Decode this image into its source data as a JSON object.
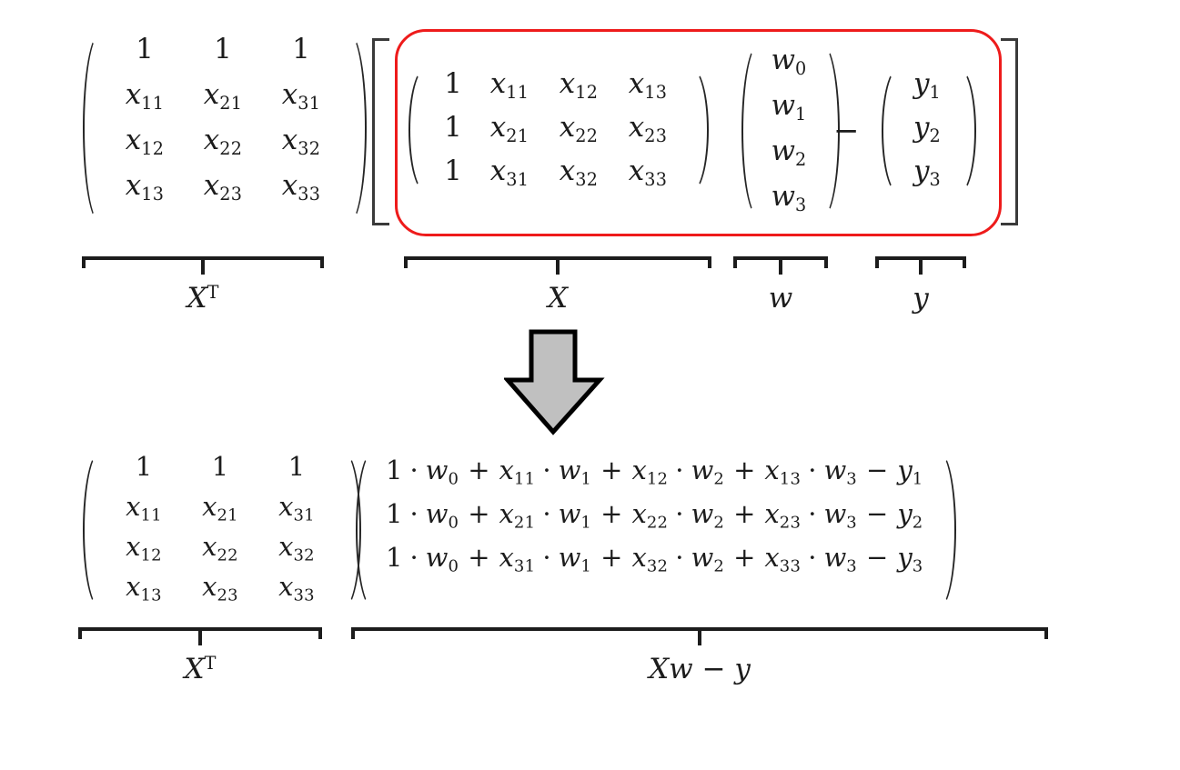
{
  "figure": {
    "title": "Matrix expansion of X transpose times (Xw minus y)",
    "accent_color": "#ee1b1b",
    "arrow_fill": "#c0c0c0",
    "arrow_stroke": "#000000"
  },
  "top": {
    "xt_matrix": {
      "label": "X",
      "label_sup": "T",
      "rows": [
        [
          "1",
          "1",
          "1"
        ],
        [
          "x",
          "x",
          "x"
        ],
        [
          "x",
          "x",
          "x"
        ],
        [
          "x",
          "x",
          "x"
        ]
      ],
      "cells": [
        [
          {
            "base": "1",
            "sub": ""
          },
          {
            "base": "1",
            "sub": ""
          },
          {
            "base": "1",
            "sub": ""
          }
        ],
        [
          {
            "base": "x",
            "sub": "11"
          },
          {
            "base": "x",
            "sub": "21"
          },
          {
            "base": "x",
            "sub": "31"
          }
        ],
        [
          {
            "base": "x",
            "sub": "12"
          },
          {
            "base": "x",
            "sub": "22"
          },
          {
            "base": "x",
            "sub": "32"
          }
        ],
        [
          {
            "base": "x",
            "sub": "13"
          },
          {
            "base": "x",
            "sub": "23"
          },
          {
            "base": "x",
            "sub": "33"
          }
        ]
      ]
    },
    "x_matrix": {
      "label": "X",
      "cells": [
        [
          {
            "base": "1",
            "sub": ""
          },
          {
            "base": "x",
            "sub": "11"
          },
          {
            "base": "x",
            "sub": "12"
          },
          {
            "base": "x",
            "sub": "13"
          }
        ],
        [
          {
            "base": "1",
            "sub": ""
          },
          {
            "base": "x",
            "sub": "21"
          },
          {
            "base": "x",
            "sub": "22"
          },
          {
            "base": "x",
            "sub": "23"
          }
        ],
        [
          {
            "base": "1",
            "sub": ""
          },
          {
            "base": "x",
            "sub": "31"
          },
          {
            "base": "x",
            "sub": "32"
          },
          {
            "base": "x",
            "sub": "33"
          }
        ]
      ]
    },
    "w_vector": {
      "label": "w",
      "cells": [
        {
          "base": "w",
          "sub": "0"
        },
        {
          "base": "w",
          "sub": "1"
        },
        {
          "base": "w",
          "sub": "2"
        },
        {
          "base": "w",
          "sub": "3"
        }
      ]
    },
    "y_vector": {
      "label": "y",
      "cells": [
        {
          "base": "y",
          "sub": "1"
        },
        {
          "base": "y",
          "sub": "2"
        },
        {
          "base": "y",
          "sub": "3"
        }
      ]
    },
    "minus_sign": "−",
    "outer_bracket_left": "[",
    "outer_bracket_right": "]"
  },
  "bottom": {
    "xt_matrix": {
      "label": "X",
      "label_sup": "T",
      "cells": [
        [
          {
            "base": "1",
            "sub": ""
          },
          {
            "base": "1",
            "sub": ""
          },
          {
            "base": "1",
            "sub": ""
          }
        ],
        [
          {
            "base": "x",
            "sub": "11"
          },
          {
            "base": "x",
            "sub": "21"
          },
          {
            "base": "x",
            "sub": "31"
          }
        ],
        [
          {
            "base": "x",
            "sub": "12"
          },
          {
            "base": "x",
            "sub": "22"
          },
          {
            "base": "x",
            "sub": "32"
          }
        ],
        [
          {
            "base": "x",
            "sub": "13"
          },
          {
            "base": "x",
            "sub": "23"
          },
          {
            "base": "x",
            "sub": "33"
          }
        ]
      ]
    },
    "result_matrix": {
      "label_parts": [
        "X",
        "w",
        " − ",
        "y"
      ],
      "label_plain": "Xw − y",
      "rows": [
        {
          "terms": [
            {
              "coef_base": "1",
              "coef_sub": "",
              "op": "·",
              "var_base": "w",
              "var_sub": "0"
            },
            {
              "coef_base": "x",
              "coef_sub": "11",
              "op": "·",
              "var_base": "w",
              "var_sub": "1"
            },
            {
              "coef_base": "x",
              "coef_sub": "12",
              "op": "·",
              "var_base": "w",
              "var_sub": "2"
            },
            {
              "coef_base": "x",
              "coef_sub": "13",
              "op": "·",
              "var_base": "w",
              "var_sub": "3"
            }
          ],
          "joiner": "+",
          "minus": "−",
          "target_base": "y",
          "target_sub": "1"
        },
        {
          "terms": [
            {
              "coef_base": "1",
              "coef_sub": "",
              "op": "·",
              "var_base": "w",
              "var_sub": "0"
            },
            {
              "coef_base": "x",
              "coef_sub": "21",
              "op": "·",
              "var_base": "w",
              "var_sub": "1"
            },
            {
              "coef_base": "x",
              "coef_sub": "22",
              "op": "·",
              "var_base": "w",
              "var_sub": "2"
            },
            {
              "coef_base": "x",
              "coef_sub": "23",
              "op": "·",
              "var_base": "w",
              "var_sub": "3"
            }
          ],
          "joiner": "+",
          "minus": "−",
          "target_base": "y",
          "target_sub": "2"
        },
        {
          "terms": [
            {
              "coef_base": "1",
              "coef_sub": "",
              "op": "·",
              "var_base": "w",
              "var_sub": "0"
            },
            {
              "coef_base": "x",
              "coef_sub": "31",
              "op": "·",
              "var_base": "w",
              "var_sub": "1"
            },
            {
              "coef_base": "x",
              "coef_sub": "32",
              "op": "·",
              "var_base": "w",
              "var_sub": "2"
            },
            {
              "coef_base": "x",
              "coef_sub": "33",
              "op": "·",
              "var_base": "w",
              "var_sub": "3"
            }
          ],
          "joiner": "+",
          "minus": "−",
          "target_base": "y",
          "target_sub": "3"
        }
      ]
    }
  }
}
